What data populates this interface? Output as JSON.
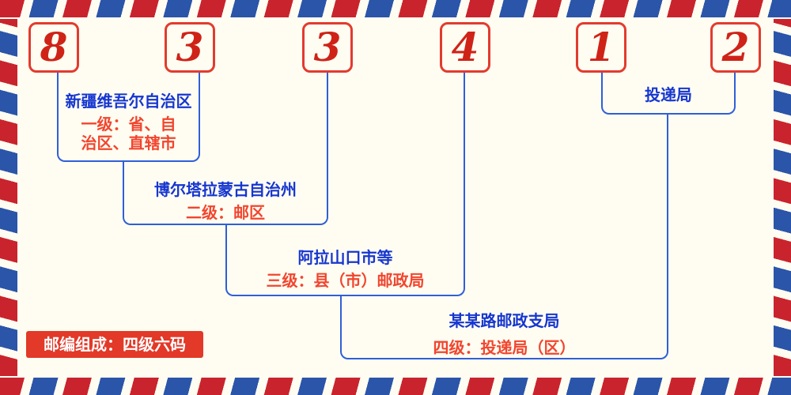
{
  "postal_code": {
    "digits": [
      "8",
      "3",
      "3",
      "4",
      "1",
      "2"
    ]
  },
  "annotations": {
    "level1": {
      "place": "新疆维吾尔自治区",
      "desc_line1": "一级：省、自",
      "desc_line2": "治区、直辖市"
    },
    "level2": {
      "place": "博尔塔拉蒙古自治州",
      "desc": "二级：邮区"
    },
    "level3": {
      "place": "阿拉山口市等",
      "desc": "三级：县（市）邮政局"
    },
    "delivery": {
      "label": "投递局"
    },
    "level4": {
      "place": "某某路邮政支局",
      "desc": "四级：投递局（区）"
    }
  },
  "footer": {
    "badge": "邮编组成：四级六码"
  },
  "colors": {
    "digit_red": "#cf2318",
    "box_border_red": "#e23b2e",
    "desc_red": "#f2452e",
    "place_blue": "#1636d0",
    "line_blue": "#2f5fd8",
    "stripe_red": "#c9242d",
    "stripe_blue": "#2b55a9",
    "background": "#fffdf2",
    "badge_background": "#e23928"
  }
}
